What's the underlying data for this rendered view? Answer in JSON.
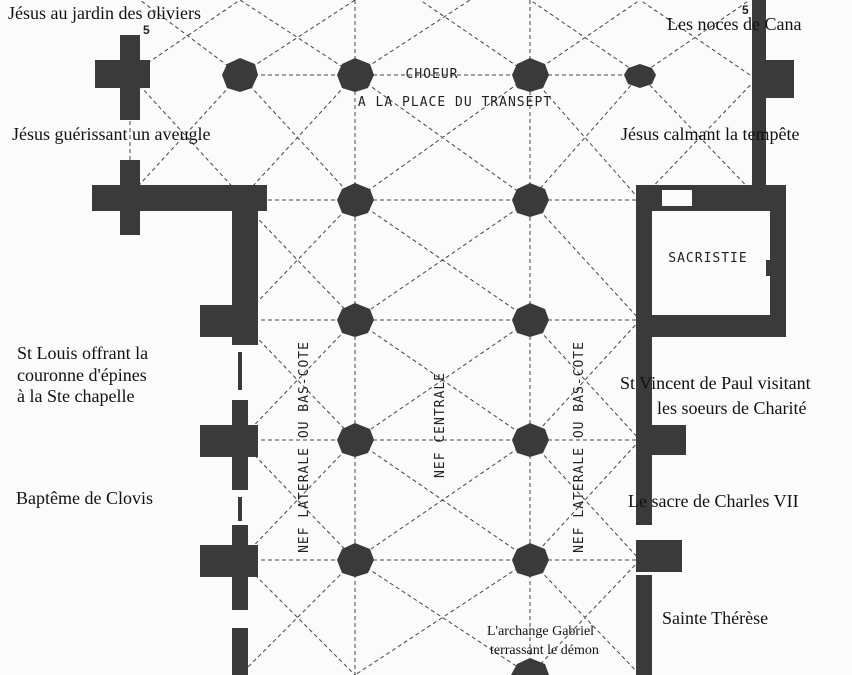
{
  "plan": {
    "choeur_line1": "CHOEUR",
    "choeur_line2": "A LA PLACE DU TRANSEPT",
    "sacristie": "SACRISTIE",
    "nef_left": "NEF LATERALE OU BAS-COTE",
    "nef_center": "NEF CENTRALE",
    "nef_right": "NEF LATERALE OU BAS-COTE",
    "number_left": "5",
    "number_right": "5"
  },
  "labels": {
    "jardin": "Jésus au jardin des oliviers",
    "cana": "Les noces de Cana",
    "aveugle": "Jésus guérissant un aveugle",
    "tempete": "Jésus calmant la tempête",
    "st_louis": "St Louis offrant la\ncouronne d'épines\nà la Ste chapelle",
    "vincent_line1": "St Vincent de Paul visitant",
    "vincent_line2": "les soeurs de Charité",
    "clovis": "Baptême de Clovis",
    "charles": "Le sacre de Charles VII",
    "therese": "Sainte Thérèse",
    "gabriel_line1": "L'archange Gabriel",
    "gabriel_line2": "terrassant le démon"
  }
}
